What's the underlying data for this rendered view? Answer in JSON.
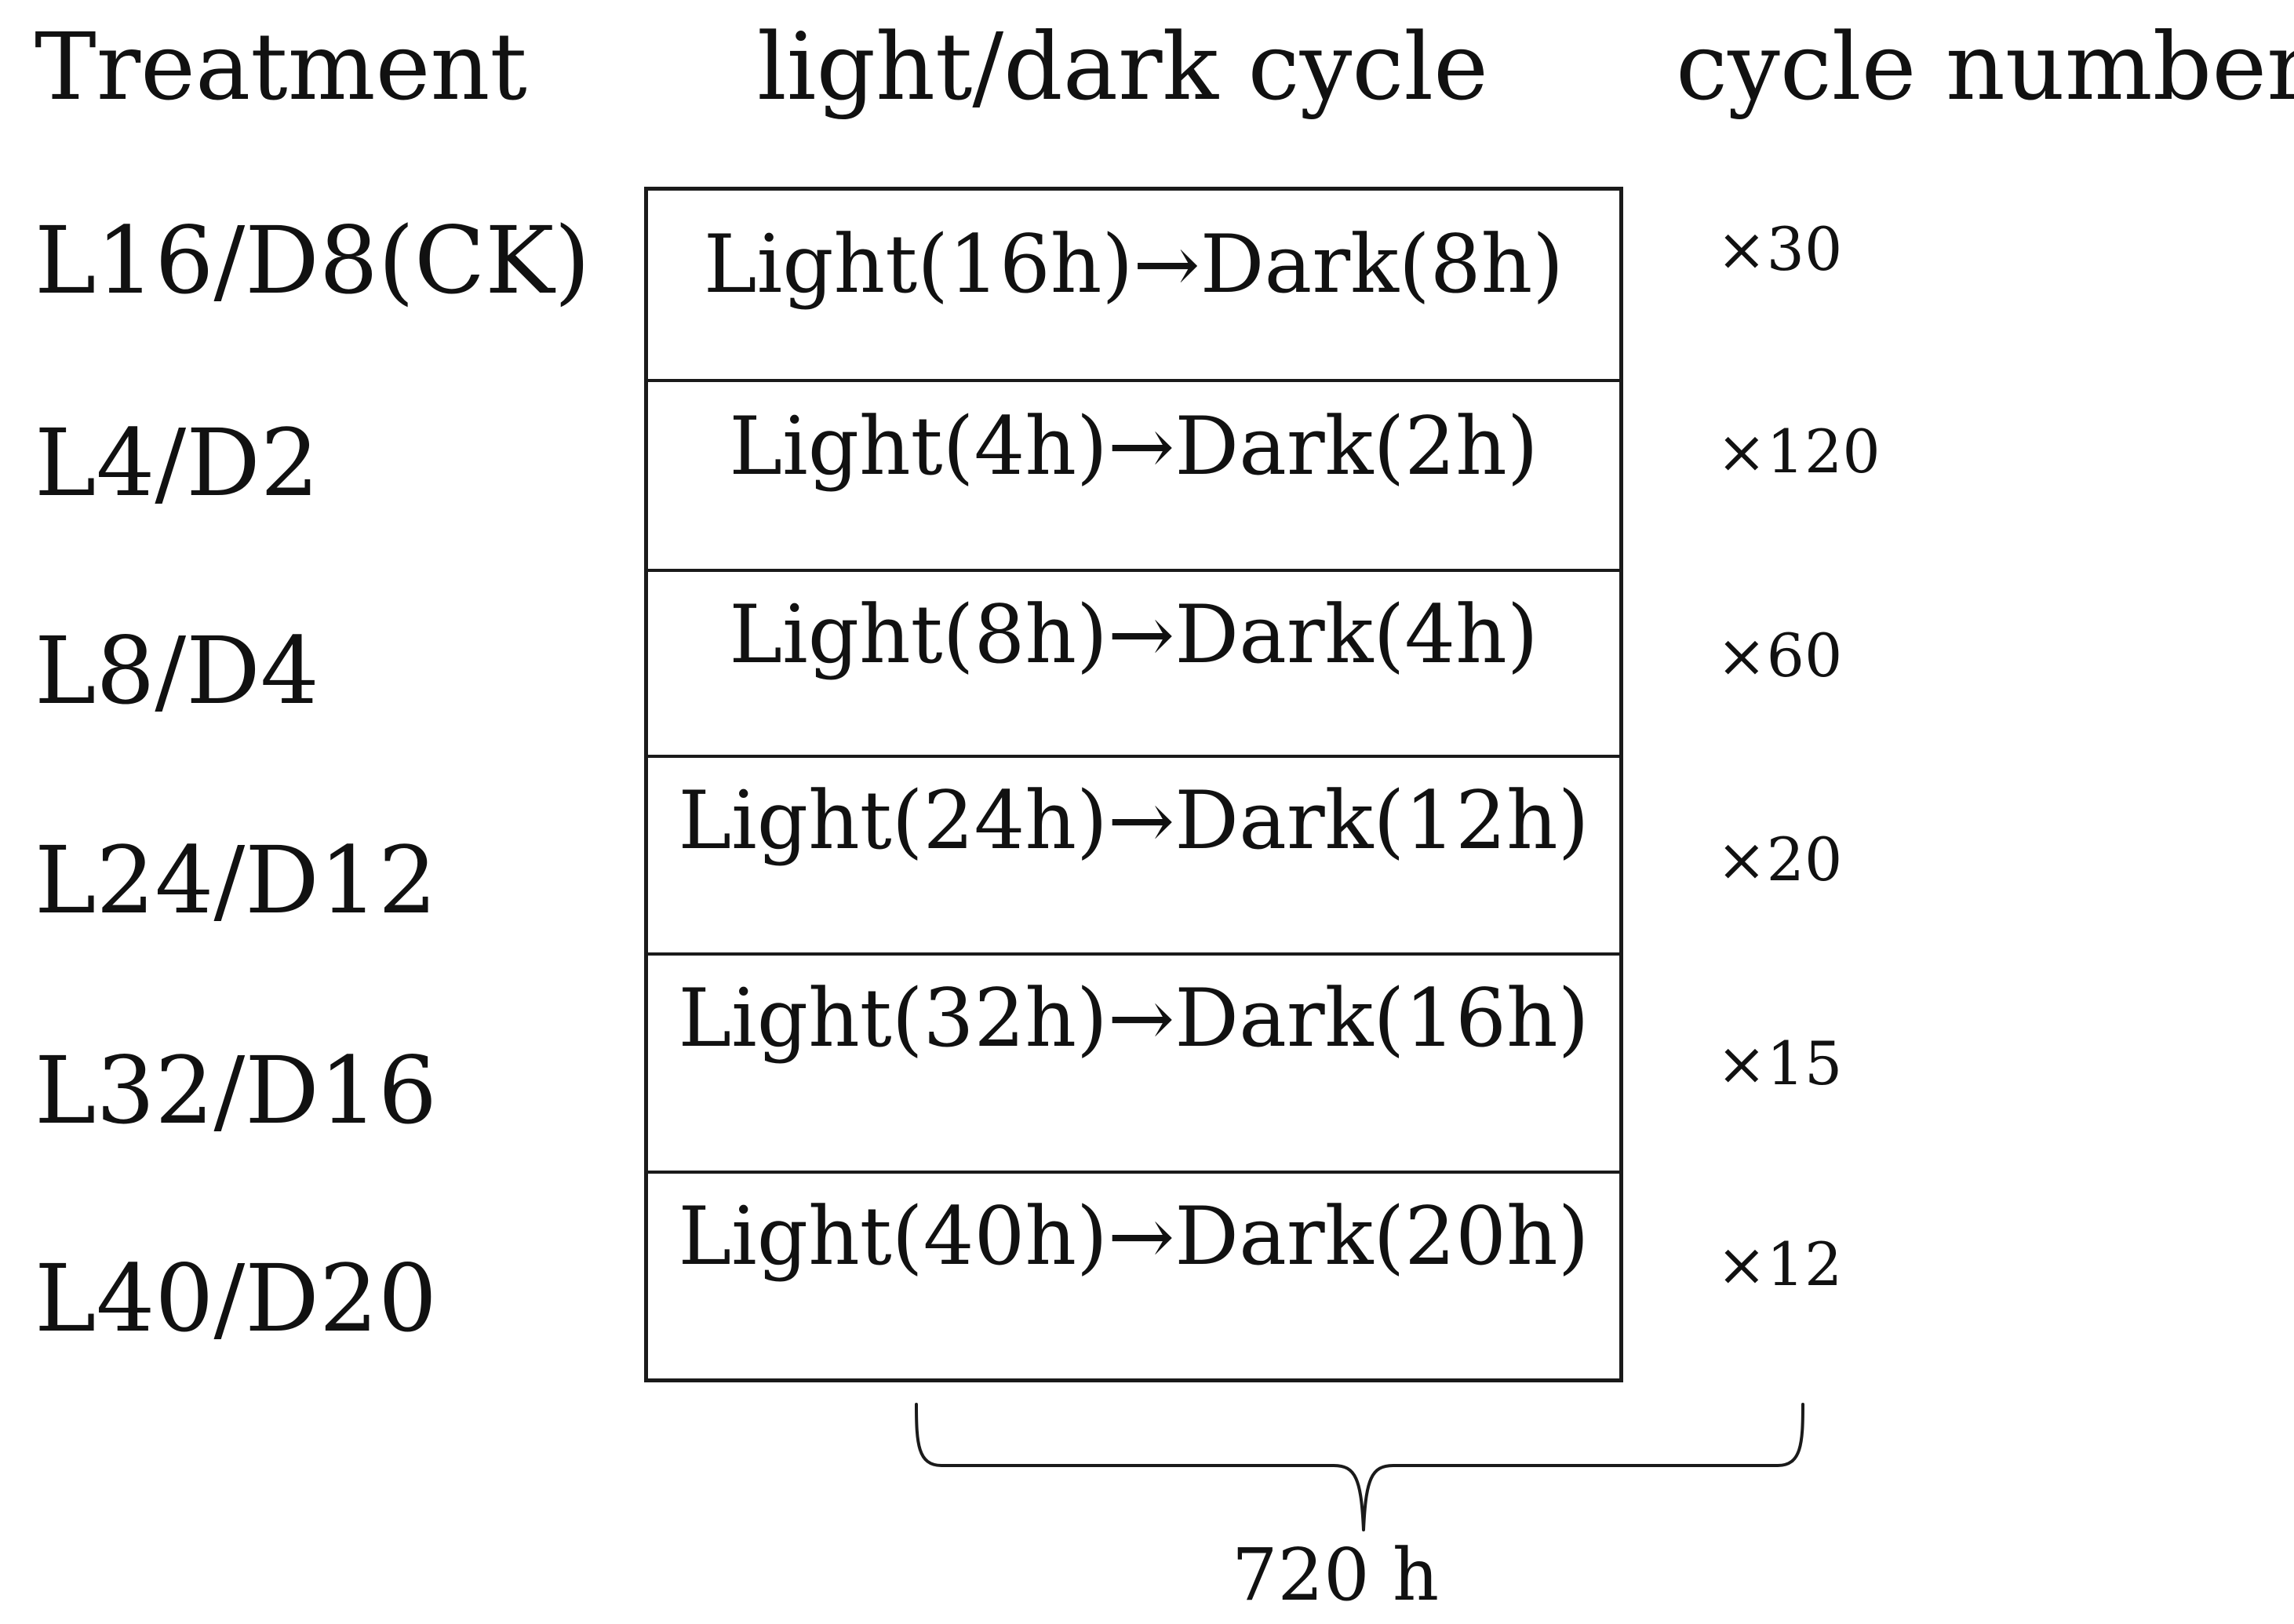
{
  "headers": {
    "treatment": "Treatment",
    "cycle": "light/dark cycle",
    "number": "cycle number"
  },
  "rows": [
    {
      "treatment": "L16/D8(CK)",
      "cycle": "Light(16h)→Dark(8h)",
      "count": "×30"
    },
    {
      "treatment": "L4/D2",
      "cycle": "Light(4h)→Dark(2h)",
      "count": "×120"
    },
    {
      "treatment": "L8/D4",
      "cycle": "Light(8h)→Dark(4h)",
      "count": "×60"
    },
    {
      "treatment": "L24/D12",
      "cycle": "Light(24h)→Dark(12h)",
      "count": "×20"
    },
    {
      "treatment": "L32/D16",
      "cycle": "Light(32h)→Dark(16h)",
      "count": "×15"
    },
    {
      "treatment": "L40/D20",
      "cycle": "Light(40h)→Dark(20h)",
      "count": "×12"
    }
  ],
  "total_label": "720 h",
  "colors": {
    "text": "#111111",
    "lines": "#1a1a1a",
    "background": "#ffffff"
  }
}
